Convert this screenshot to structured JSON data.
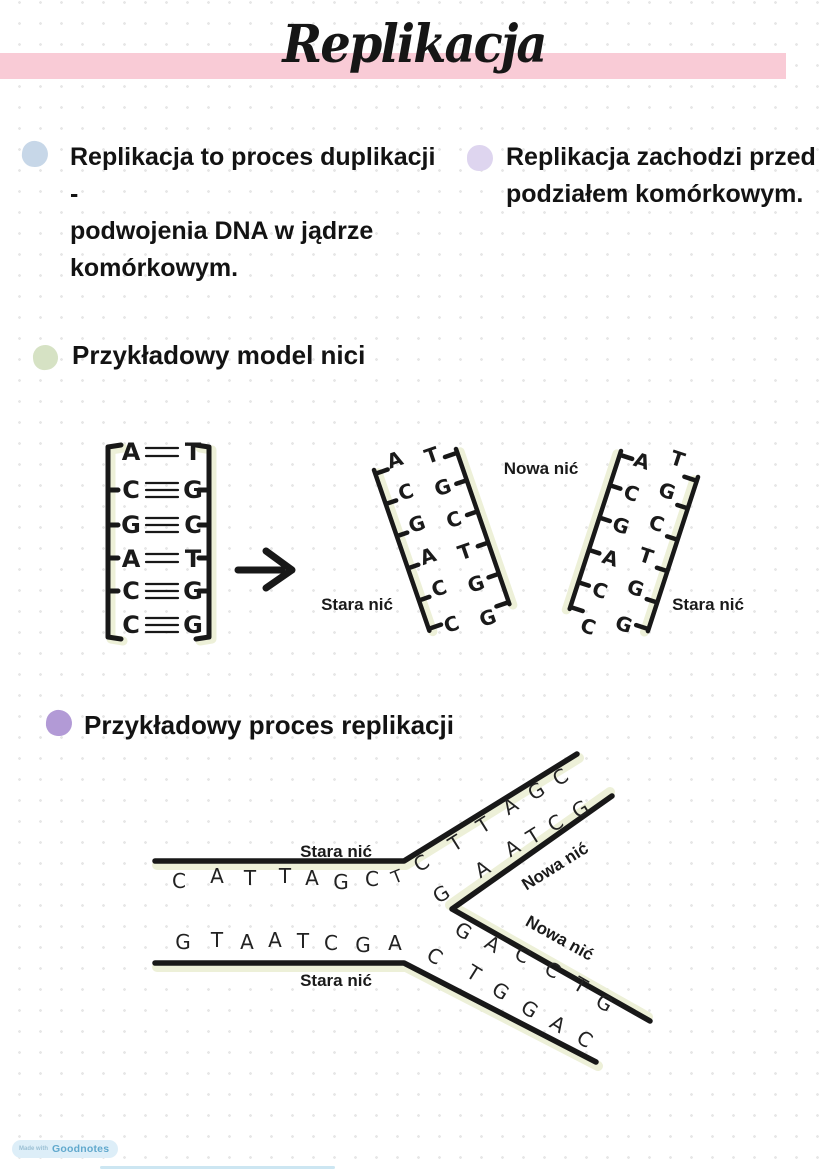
{
  "page": {
    "title": "Replikacja",
    "band_color": "#f9cbd6",
    "ink_color": "#181818",
    "highlight_color": "#edf0d8"
  },
  "bullets": {
    "definition": {
      "color": "#c7d7e8",
      "line1": "Replikacja to proces duplikacji -",
      "line2": "podwojenia DNA w jądrze",
      "line3": "komórkowym."
    },
    "timing": {
      "color": "#ded5ef",
      "line1": "Replikacja zachodzi przed",
      "line2": "podziałem komórkowym."
    }
  },
  "model": {
    "bullet_color": "#d6e2c4",
    "heading": "Przykładowy model nici",
    "ladder": {
      "rows": [
        {
          "left": "A",
          "bonds": 2,
          "right": "T"
        },
        {
          "left": "C",
          "bonds": 3,
          "right": "G"
        },
        {
          "left": "G",
          "bonds": 3,
          "right": "C"
        },
        {
          "left": "A",
          "bonds": 2,
          "right": "T"
        },
        {
          "left": "C",
          "bonds": 3,
          "right": "G"
        },
        {
          "left": "C",
          "bonds": 3,
          "right": "G"
        }
      ]
    },
    "labels": {
      "old_left": "Stara nić",
      "new": "Nowa nić",
      "old_right": "Stara nić"
    },
    "strands": {
      "old_left": {
        "letters": [
          "A",
          "C",
          "G",
          "A",
          "C",
          "C"
        ]
      },
      "new_left": {
        "letters": [
          "T",
          "G",
          "C",
          "T",
          "G",
          "G"
        ]
      },
      "new_right": {
        "letters": [
          "A",
          "C",
          "G",
          "A",
          "C",
          "C"
        ]
      },
      "old_right": {
        "letters": [
          "T",
          "G",
          "C",
          "T",
          "G",
          "G"
        ]
      }
    }
  },
  "process": {
    "bullet_color": "#b29ad6",
    "heading": "Przykładowy proces replikacji",
    "top_template": {
      "label": "Stara nić",
      "horizontal": [
        "C",
        "A",
        "T",
        "T",
        "A",
        "G",
        "C",
        "T"
      ],
      "diagonal": [
        "C",
        "T",
        "T",
        "A",
        "G",
        "C"
      ]
    },
    "bottom_template": {
      "label": "Stara nić",
      "horizontal": [
        "G",
        "T",
        "A",
        "A",
        "T",
        "C",
        "G",
        "A"
      ],
      "diagonal": [
        "C",
        "T",
        "G",
        "G",
        "A",
        "C"
      ]
    },
    "top_new": {
      "label": "Nowa nić",
      "letters": [
        "G",
        "A",
        "A",
        "T",
        "C",
        "G"
      ]
    },
    "bottom_new": {
      "label": "Nowa nić",
      "letters": [
        "G",
        "A",
        "C",
        "C",
        "T",
        "G"
      ]
    }
  },
  "footer": {
    "made_with": "Made with",
    "brand": "Goodnotes"
  }
}
